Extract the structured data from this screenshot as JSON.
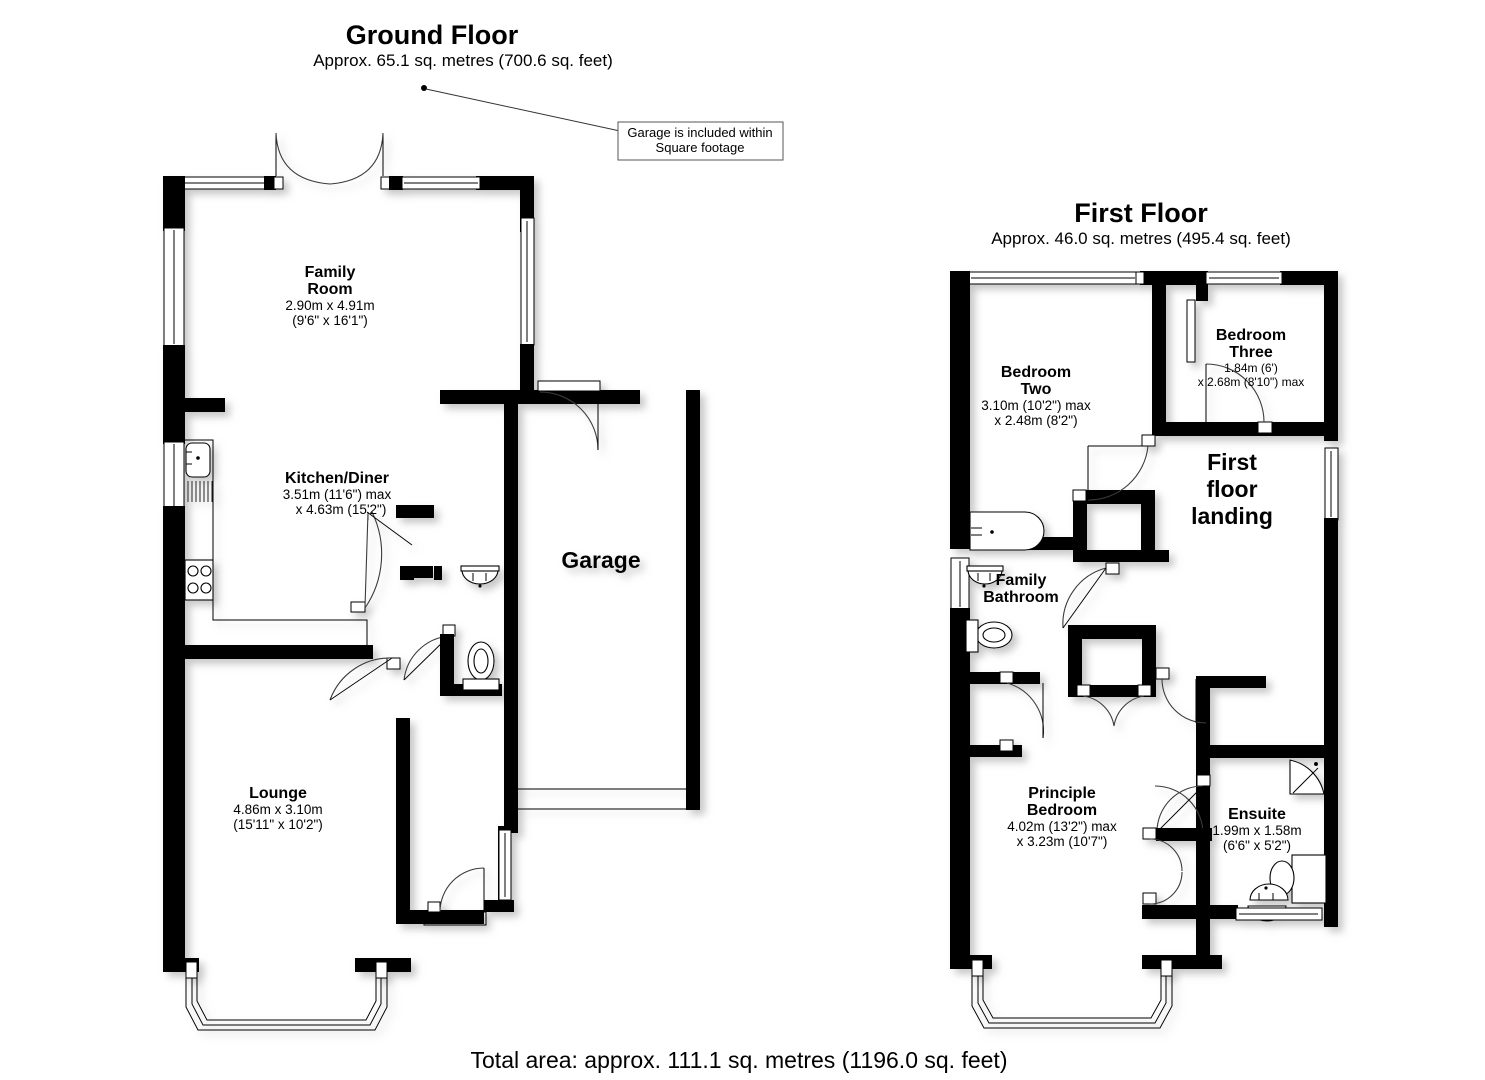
{
  "document": {
    "type": "floor-plan",
    "total_area_label": "Total area: approx. 111.1 sq. metres (1196.0 sq. feet)"
  },
  "ground_floor": {
    "title": "Ground Floor",
    "subtitle": "Approx. 65.1 sq. metres (700.6 sq. feet)",
    "callout": {
      "line1": "Garage is included within",
      "line2": "Square footage"
    },
    "rooms": [
      {
        "name_line1": "Family",
        "name_line2": "Room",
        "dim_metric": "2.90m x 4.91m",
        "dim_imperial": "(9'6\" x 16'1\")"
      },
      {
        "name_line1": "Kitchen/Diner",
        "name_line2": "",
        "dim_metric": "3.51m (11'6\") max",
        "dim_imperial": "x 4.63m (15'2\")"
      },
      {
        "name_line1": "Garage",
        "name_line2": "",
        "dim_metric": "",
        "dim_imperial": ""
      },
      {
        "name_line1": "Lounge",
        "name_line2": "",
        "dim_metric": "4.86m x 3.10m",
        "dim_imperial": "(15'11\" x 10'2\")"
      }
    ]
  },
  "first_floor": {
    "title": "First Floor",
    "subtitle": "Approx. 46.0 sq. metres (495.4 sq. feet)",
    "rooms": [
      {
        "name_line1": "Bedroom",
        "name_line2": "Two",
        "dim_metric": "3.10m (10'2\") max",
        "dim_imperial": "x 2.48m (8'2\")"
      },
      {
        "name_line1": "Bedroom",
        "name_line2": "Three",
        "dim_metric": "1.84m (6')",
        "dim_imperial": "x 2.68m (8'10\") max"
      },
      {
        "name_line1": "First",
        "name_line2": "floor",
        "name_line3": "landing",
        "dim_metric": "",
        "dim_imperial": ""
      },
      {
        "name_line1": "Family",
        "name_line2": "Bathroom",
        "dim_metric": "",
        "dim_imperial": ""
      },
      {
        "name_line1": "Principle",
        "name_line2": "Bedroom",
        "dim_metric": "4.02m (13'2\") max",
        "dim_imperial": "x 3.23m (10'7\")"
      },
      {
        "name_line1": "Ensuite",
        "name_line2": "",
        "dim_metric": "1.99m x 1.58m",
        "dim_imperial": "(6'6\" x 5'2\")"
      }
    ]
  },
  "colors": {
    "wall": "#000000",
    "background": "#ffffff",
    "line": "#333333"
  }
}
